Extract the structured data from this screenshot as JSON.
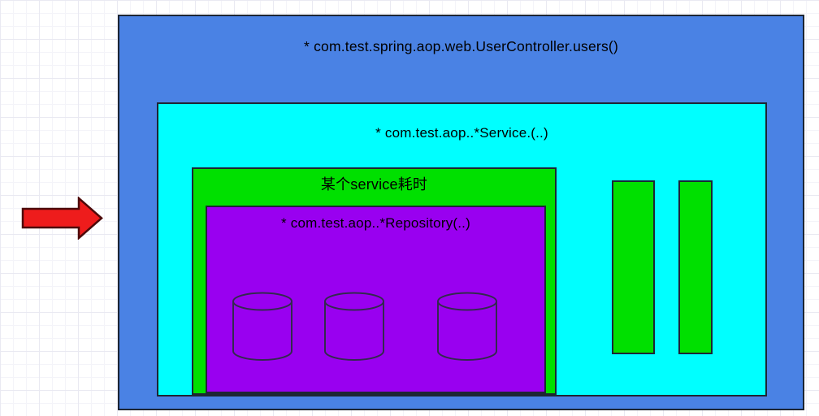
{
  "colors": {
    "controller_fill": "#4a82e4",
    "service_fill": "#00ffff",
    "timing_fill": "#00e000",
    "repository_fill": "#9900f0",
    "shape_border": "#1d2634",
    "cylinder_stroke": "#332a4e",
    "arrow_fill": "#ee1c1c",
    "arrow_stroke": "#4d0a0a",
    "label_text": "#000000"
  },
  "diagram": {
    "controller_box": {
      "label": "* com.test.spring.aop.web.UserController.users()"
    },
    "service_box": {
      "label": "* com.test.aop..*Service.(..)"
    },
    "service_timing_box": {
      "label": "某个service耗时"
    },
    "repository_box": {
      "label": "* com.test.aop..*Repository(..)"
    },
    "database_cylinder_count": 3,
    "timing_bar_count": 2,
    "arrow_direction": "right"
  }
}
